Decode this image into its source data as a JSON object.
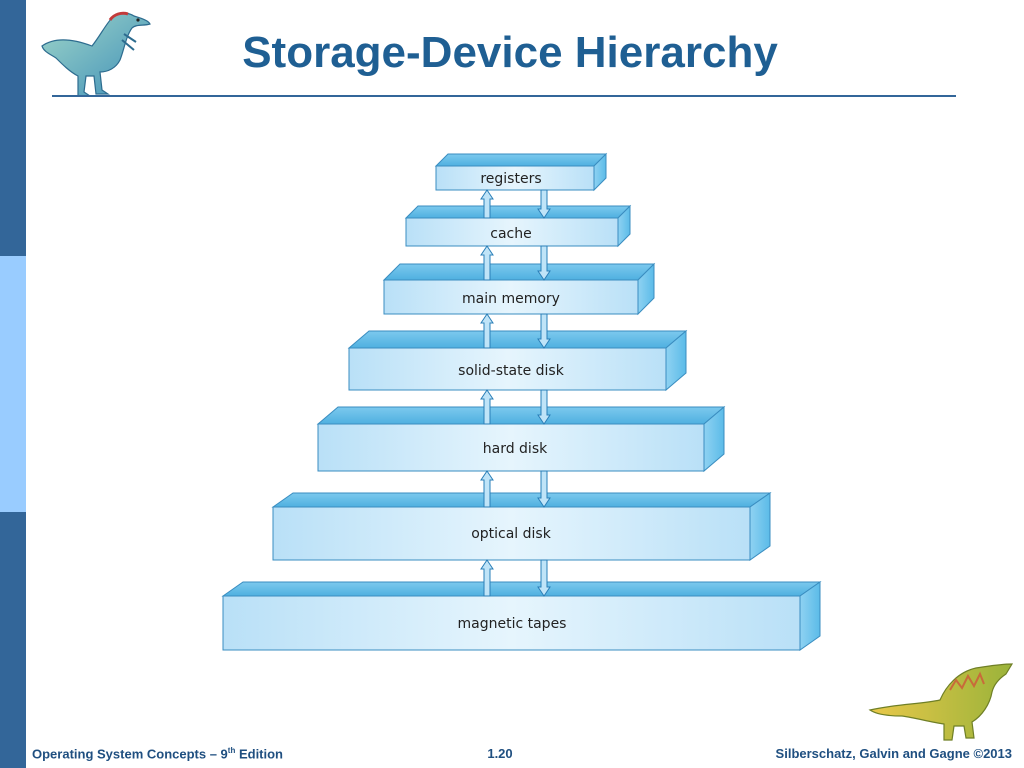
{
  "slide": {
    "title": "Storage-Device Hierarchy",
    "footer": {
      "course": "Operating System Concepts – 9",
      "edition_superscript": "th",
      "edition_suffix": " Edition",
      "page": "1.20",
      "copyright": "Silberschatz, Galvin and Gagne ©2013"
    }
  },
  "hierarchy": {
    "levels": [
      {
        "label": "registers"
      },
      {
        "label": "cache"
      },
      {
        "label": "main memory"
      },
      {
        "label": "solid-state disk"
      },
      {
        "label": "hard disk"
      },
      {
        "label": "optical disk"
      },
      {
        "label": "magnetic tapes"
      }
    ]
  },
  "colors": {
    "brand_blue": "#336699",
    "light_blue": "#99ccff",
    "title_blue": "#1f5f93",
    "box_front_light": "#e6f5fd",
    "box_front_dark": "#b9e0f7",
    "box_top": "#5cb8e6",
    "box_side": "#6ec6ee",
    "arrow_fill": "#bfe4f8",
    "arrow_stroke": "#2a7fb8"
  },
  "icons": [
    "dinosaur-logo-icon",
    "dinosaur-corner-icon"
  ]
}
